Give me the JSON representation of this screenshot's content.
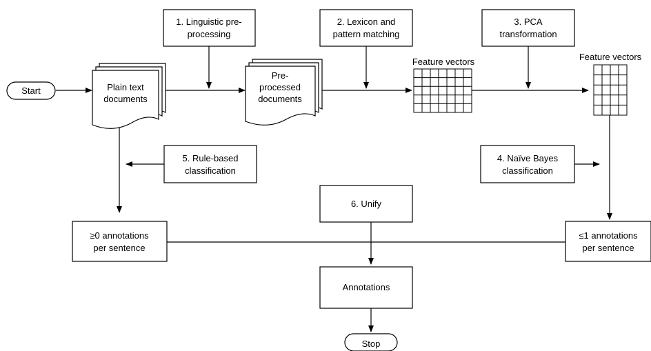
{
  "terminals": {
    "start": "Start",
    "stop": "Stop"
  },
  "steps": {
    "step1": [
      "1. Linguistic pre-",
      "processing"
    ],
    "step2": [
      "2. Lexicon and",
      "pattern matching"
    ],
    "step3": [
      "3. PCA",
      "transformation"
    ],
    "step4": [
      "4. Naïve Bayes",
      "classification"
    ],
    "step5": [
      "5. Rule-based",
      "classification"
    ],
    "step6": [
      "6. Unify"
    ]
  },
  "documents": {
    "plain_text": [
      "Plain text",
      "documents"
    ],
    "preprocessed": [
      "Pre-",
      "processed",
      "documents"
    ]
  },
  "features": {
    "left_label": "Feature vectors",
    "right_label": "Feature vectors"
  },
  "outputs": {
    "zero_or_more": [
      "≥0 annotations",
      "per sentence"
    ],
    "at_most_one": [
      "≤1 annotations",
      "per sentence"
    ],
    "annotations": "Annotations"
  }
}
